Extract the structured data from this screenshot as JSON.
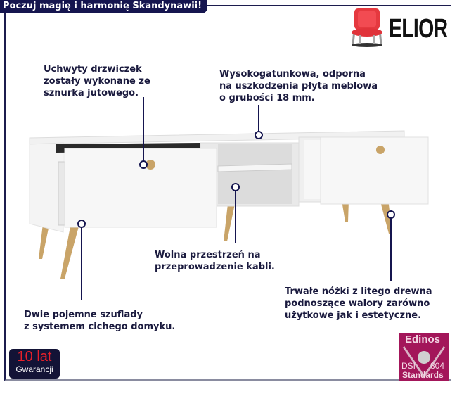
{
  "header": {
    "title": "Poczuj magię i harmonię Skandynawii!"
  },
  "brand": {
    "name": "ELIOR",
    "icon": "chair-icon"
  },
  "callouts": [
    {
      "lines": [
        "Uchwyty drzwiczek",
        "zostały wykonane ze",
        "sznurka jutowego."
      ]
    },
    {
      "lines": [
        "Wysokogatunkowa, odporna",
        "na uszkodzenia płyta meblowa",
        "o grubości 18 mm."
      ]
    },
    {
      "lines": [
        "Wolna przestrzeń na",
        "przeprowadzenie kabli."
      ]
    },
    {
      "lines": [
        "Trwałe nóżki z litego drewna",
        "podnoszące walory zarówno",
        "użytkowe jak i estetyczne."
      ]
    },
    {
      "lines": [
        "Dwie pojemne szuflady",
        "z systemem cichego domyku."
      ]
    }
  ],
  "badges": {
    "warranty": {
      "big": "10 lat",
      "small": "Gwarancji"
    },
    "edinos": {
      "top": "Edinos",
      "left": "DSI",
      "right": "804",
      "bottom": "Standards"
    }
  },
  "colors": {
    "navy": "#15154f",
    "text": "#1a1a3e",
    "warranty_red": "#e8202a",
    "edinos": "#a3165a",
    "wood": "#c9a468"
  }
}
